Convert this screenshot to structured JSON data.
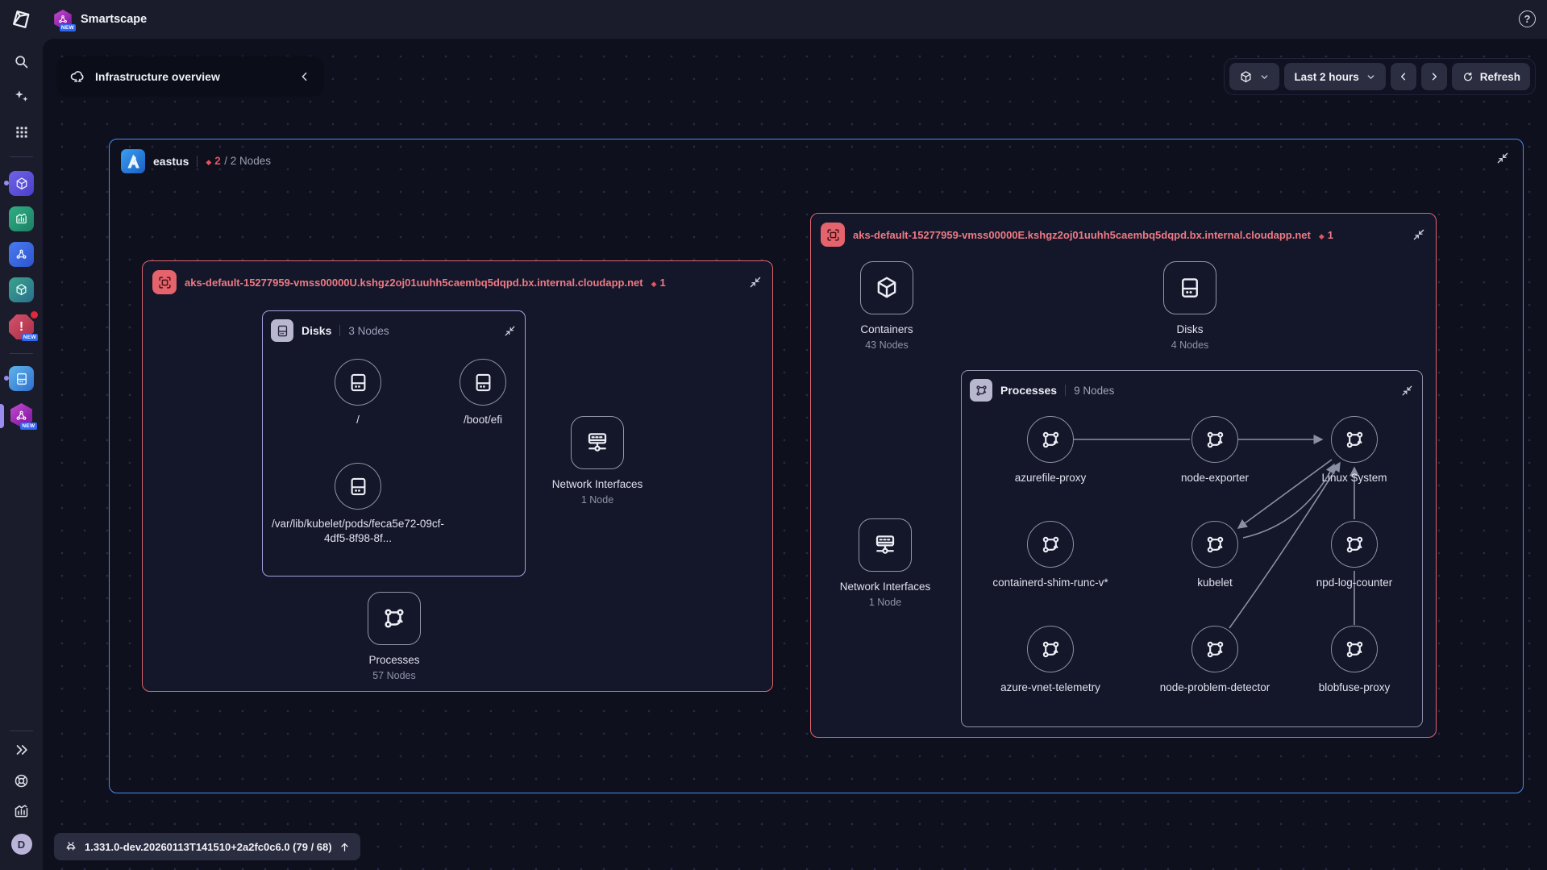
{
  "topbar": {
    "app_title": "Smartscape",
    "help_label": "?"
  },
  "nav": {
    "title": "Infrastructure overview"
  },
  "toolbar": {
    "time_range": "Last 2 hours",
    "refresh_label": "Refresh"
  },
  "badges": {
    "new": "NEW"
  },
  "icons": {
    "diamond": "◆"
  },
  "sidebar": {
    "user_initial": "D",
    "items": [
      {
        "icon": "dynatrace-logo-icon"
      },
      {
        "icon": "search-icon"
      },
      {
        "icon": "ai-sparkles-icon"
      },
      {
        "icon": "app-grid-icon"
      },
      {
        "icon": "kubernetes-app-icon",
        "notification_dot": true
      },
      {
        "icon": "dashboards-app-icon"
      },
      {
        "icon": "workflows-app-icon"
      },
      {
        "icon": "services-app-icon"
      },
      {
        "icon": "problems-app-icon",
        "badge": "NEW",
        "notification_dot": true
      },
      {
        "icon": "infrastructure-app-icon",
        "notification_dot": true
      },
      {
        "icon": "smartscape-app-icon",
        "badge": "NEW",
        "active": true
      },
      {
        "icon": "expand-sidebar-icon"
      },
      {
        "icon": "support-icon"
      },
      {
        "icon": "usage-chart-icon"
      }
    ]
  },
  "region": {
    "name": "eastus",
    "problem_count": "2",
    "node_summary": "/ 2 Nodes"
  },
  "hosts": [
    {
      "name": "aks-default-15277959-vmss00000U.kshgz2oj01uuhh5caembq5dqpd.bx.internal.cloudapp.net",
      "badge": "1",
      "disks_group": {
        "title": "Disks",
        "count": "3 Nodes",
        "nodes": [
          {
            "label": "/"
          },
          {
            "label": "/boot/efi"
          },
          {
            "label": "/var/lib/kubelet/pods/feca5e72-09cf-4df5-8f98-8f..."
          }
        ]
      },
      "network": {
        "label": "Network Interfaces",
        "sub": "1 Node"
      },
      "processes": {
        "label": "Processes",
        "sub": "57 Nodes"
      }
    },
    {
      "name": "aks-default-15277959-vmss00000E.kshgz2oj01uuhh5caembq5dqpd.bx.internal.cloudapp.net",
      "badge": "1",
      "containers": {
        "label": "Containers",
        "sub": "43 Nodes"
      },
      "disks": {
        "label": "Disks",
        "sub": "4 Nodes"
      },
      "network": {
        "label": "Network Interfaces",
        "sub": "1 Node"
      },
      "process_group": {
        "title": "Processes",
        "count": "9 Nodes",
        "nodes": [
          {
            "label": "azurefile-proxy"
          },
          {
            "label": "node-exporter"
          },
          {
            "label": "Linux System"
          },
          {
            "label": "containerd-shim-runc-v*"
          },
          {
            "label": "kubelet"
          },
          {
            "label": "npd-log-counter"
          },
          {
            "label": "azure-vnet-telemetry"
          },
          {
            "label": "node-problem-detector"
          },
          {
            "label": "blobfuse-proxy"
          }
        ]
      }
    }
  ],
  "statusbar": {
    "version": "1.331.0-dev.20260113T141510+2a2fc0c6.0 (79 / 68)"
  }
}
